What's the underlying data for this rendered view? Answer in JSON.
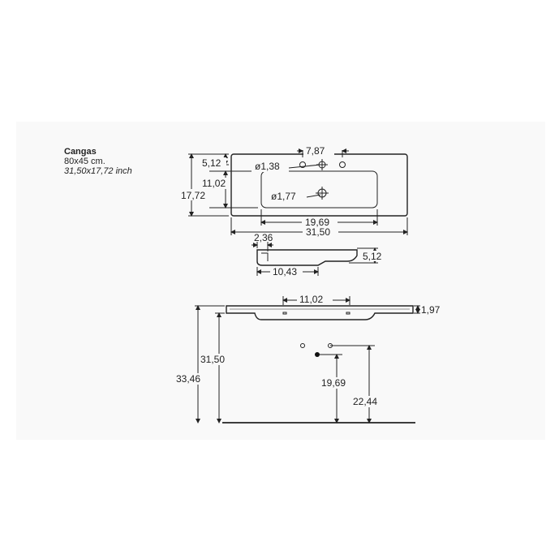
{
  "product": {
    "name": "Cangas",
    "size_cm": "80x45 cm.",
    "size_inch": "31,50x17,72 inch"
  },
  "top_view": {
    "faucet_spacing": "7,87",
    "tap_hole_diameter": "ø1,38",
    "drain_hole_diameter": "ø1,77",
    "depth_to_faucet": "5,12",
    "bowl_length": "11,02",
    "total_depth": "17,72",
    "bowl_width": "19,69",
    "total_width": "31,50"
  },
  "section_view": {
    "rim_thickness": "2,36",
    "bowl_depth": "10,43",
    "bowl_height": "5,12"
  },
  "front_view": {
    "bracket_spacing": "11,02",
    "basin_thickness": "1,97",
    "mount_height": "31,50",
    "total_height": "33,46",
    "drain_height": "19,69",
    "supply_height": "22,44"
  }
}
